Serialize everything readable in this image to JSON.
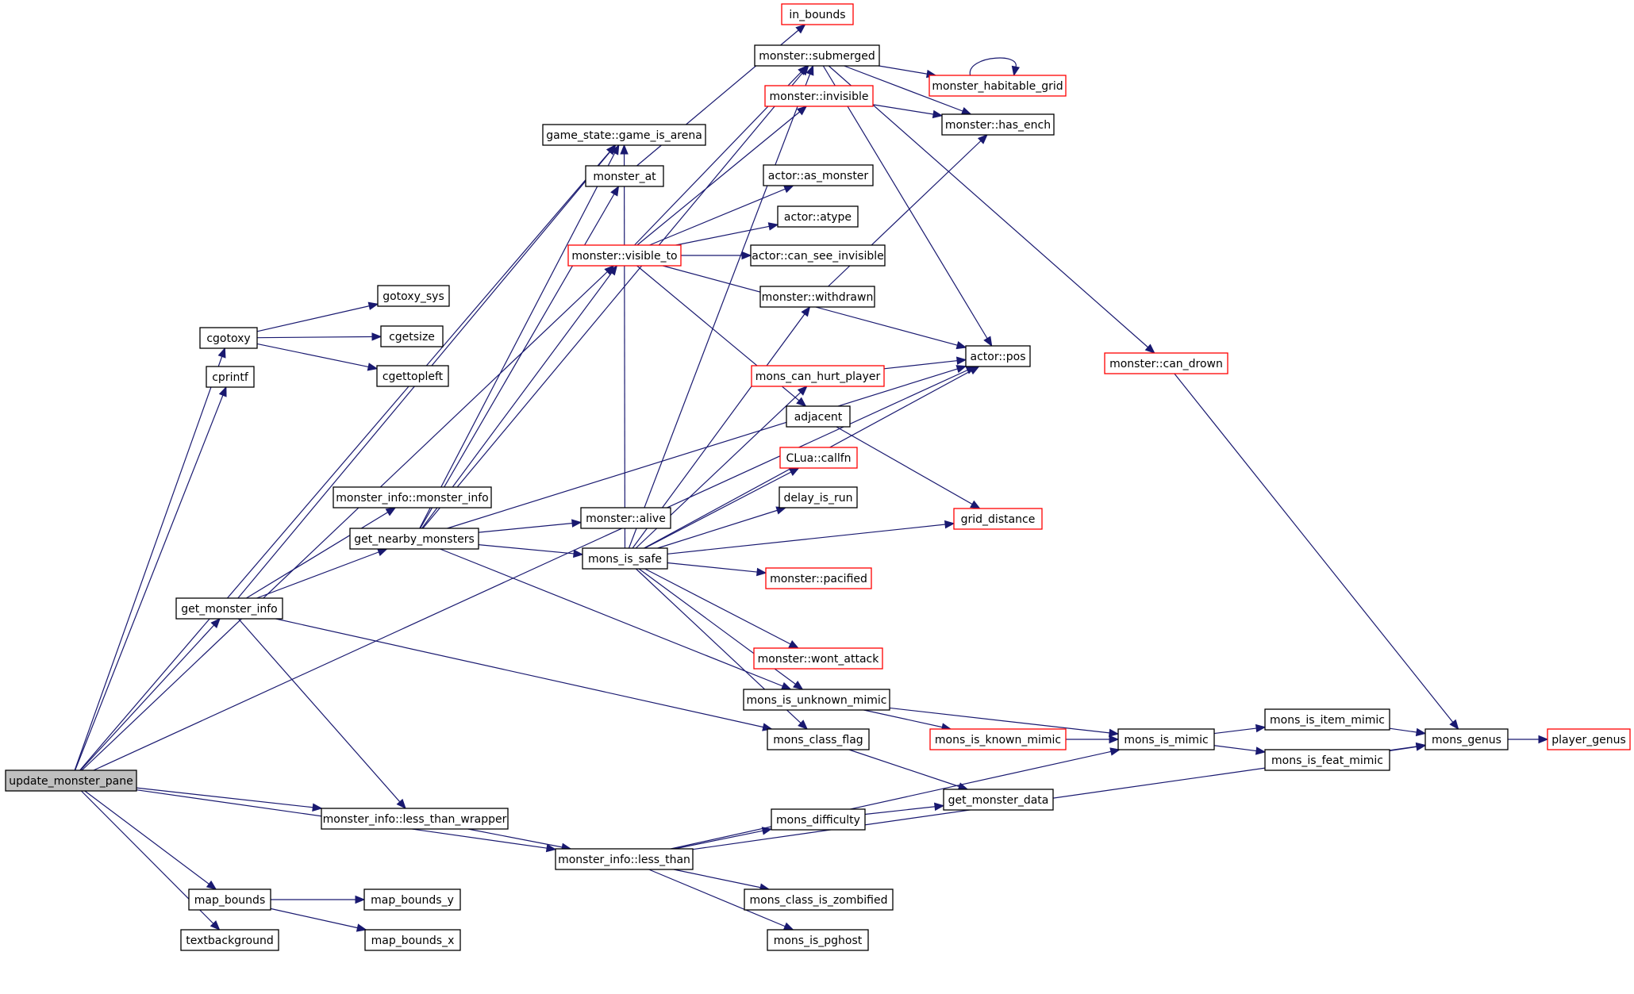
{
  "colors": {
    "edge": "#191970",
    "box": "#000000",
    "box_truncated": "#ff0000",
    "root_fill": "#bfbfbf",
    "node_fill": "#ffffff",
    "text": "#000000"
  },
  "nodes": [
    {
      "id": "update_monster_pane",
      "label": "update_monster_pane",
      "style": "root"
    },
    {
      "id": "cgotoxy",
      "label": "cgotoxy",
      "style": "normal"
    },
    {
      "id": "cprintf",
      "label": "cprintf",
      "style": "normal"
    },
    {
      "id": "get_monster_info",
      "label": "get_monster_info",
      "style": "normal"
    },
    {
      "id": "monster_info_less_than_wrapper",
      "label": "monster_info::less_than_wrapper",
      "style": "normal"
    },
    {
      "id": "monster_info_less_than",
      "label": "monster_info::less_than",
      "style": "normal"
    },
    {
      "id": "map_bounds",
      "label": "map_bounds",
      "style": "normal"
    },
    {
      "id": "textbackground",
      "label": "textbackground",
      "style": "normal"
    },
    {
      "id": "gotoxy_sys",
      "label": "gotoxy_sys",
      "style": "normal"
    },
    {
      "id": "cgetsize",
      "label": "cgetsize",
      "style": "normal"
    },
    {
      "id": "cgettopleft",
      "label": "cgettopleft",
      "style": "normal"
    },
    {
      "id": "monster_info_monster_info",
      "label": "monster_info::monster_info",
      "style": "normal"
    },
    {
      "id": "get_nearby_monsters",
      "label": "get_nearby_monsters",
      "style": "normal"
    },
    {
      "id": "map_bounds_y",
      "label": "map_bounds_y",
      "style": "normal"
    },
    {
      "id": "map_bounds_x",
      "label": "map_bounds_x",
      "style": "normal"
    },
    {
      "id": "game_state_game_is_arena",
      "label": "game_state::game_is_arena",
      "style": "normal"
    },
    {
      "id": "monster_at",
      "label": "monster_at",
      "style": "normal"
    },
    {
      "id": "monster_visible_to",
      "label": "monster::visible_to",
      "style": "truncated"
    },
    {
      "id": "monster_alive",
      "label": "monster::alive",
      "style": "normal"
    },
    {
      "id": "mons_is_safe",
      "label": "mons_is_safe",
      "style": "normal"
    },
    {
      "id": "in_bounds",
      "label": "in_bounds",
      "style": "truncated"
    },
    {
      "id": "monster_submerged",
      "label": "monster::submerged",
      "style": "normal"
    },
    {
      "id": "monster_invisible",
      "label": "monster::invisible",
      "style": "truncated"
    },
    {
      "id": "actor_as_monster",
      "label": "actor::as_monster",
      "style": "normal"
    },
    {
      "id": "actor_atype",
      "label": "actor::atype",
      "style": "normal"
    },
    {
      "id": "actor_can_see_invisible",
      "label": "actor::can_see_invisible",
      "style": "normal"
    },
    {
      "id": "monster_withdrawn",
      "label": "monster::withdrawn",
      "style": "normal"
    },
    {
      "id": "mons_can_hurt_player",
      "label": "mons_can_hurt_player",
      "style": "truncated"
    },
    {
      "id": "adjacent",
      "label": "adjacent",
      "style": "normal"
    },
    {
      "id": "clua_callfn",
      "label": "CLua::callfn",
      "style": "truncated"
    },
    {
      "id": "delay_is_run",
      "label": "delay_is_run",
      "style": "normal"
    },
    {
      "id": "monster_pacified",
      "label": "monster::pacified",
      "style": "truncated"
    },
    {
      "id": "monster_wont_attack",
      "label": "monster::wont_attack",
      "style": "truncated"
    },
    {
      "id": "mons_is_unknown_mimic",
      "label": "mons_is_unknown_mimic",
      "style": "normal"
    },
    {
      "id": "mons_class_flag",
      "label": "mons_class_flag",
      "style": "normal"
    },
    {
      "id": "mons_difficulty",
      "label": "mons_difficulty",
      "style": "normal"
    },
    {
      "id": "mons_class_is_zombified",
      "label": "mons_class_is_zombified",
      "style": "normal"
    },
    {
      "id": "mons_is_pghost",
      "label": "mons_is_pghost",
      "style": "normal"
    },
    {
      "id": "monster_habitable_grid",
      "label": "monster_habitable_grid",
      "style": "truncated"
    },
    {
      "id": "monster_has_ench",
      "label": "monster::has_ench",
      "style": "normal"
    },
    {
      "id": "actor_pos",
      "label": "actor::pos",
      "style": "normal"
    },
    {
      "id": "grid_distance",
      "label": "grid_distance",
      "style": "truncated"
    },
    {
      "id": "mons_is_known_mimic",
      "label": "mons_is_known_mimic",
      "style": "truncated"
    },
    {
      "id": "get_monster_data",
      "label": "get_monster_data",
      "style": "normal"
    },
    {
      "id": "monster_can_drown",
      "label": "monster::can_drown",
      "style": "truncated"
    },
    {
      "id": "mons_is_mimic",
      "label": "mons_is_mimic",
      "style": "normal"
    },
    {
      "id": "mons_is_item_mimic",
      "label": "mons_is_item_mimic",
      "style": "normal"
    },
    {
      "id": "mons_is_feat_mimic",
      "label": "mons_is_feat_mimic",
      "style": "normal"
    },
    {
      "id": "mons_genus",
      "label": "mons_genus",
      "style": "normal"
    },
    {
      "id": "player_genus",
      "label": "player_genus",
      "style": "truncated"
    }
  ],
  "edges": [
    [
      "update_monster_pane",
      "cgotoxy"
    ],
    [
      "update_monster_pane",
      "cprintf"
    ],
    [
      "update_monster_pane",
      "get_monster_info"
    ],
    [
      "update_monster_pane",
      "monster_info_less_than_wrapper"
    ],
    [
      "update_monster_pane",
      "monster_info_less_than"
    ],
    [
      "update_monster_pane",
      "map_bounds"
    ],
    [
      "update_monster_pane",
      "textbackground"
    ],
    [
      "update_monster_pane",
      "monster_visible_to"
    ],
    [
      "update_monster_pane",
      "game_state_game_is_arena"
    ],
    [
      "update_monster_pane",
      "actor_pos"
    ],
    [
      "cgotoxy",
      "gotoxy_sys"
    ],
    [
      "cgotoxy",
      "cgetsize"
    ],
    [
      "cgotoxy",
      "cgettopleft"
    ],
    [
      "get_monster_info",
      "monster_info_monster_info"
    ],
    [
      "get_monster_info",
      "get_nearby_monsters"
    ],
    [
      "get_monster_info",
      "monster_info_less_than_wrapper"
    ],
    [
      "get_monster_info",
      "mons_class_flag"
    ],
    [
      "get_monster_info",
      "game_state_game_is_arena"
    ],
    [
      "monster_info_less_than_wrapper",
      "monster_info_less_than"
    ],
    [
      "monster_info_less_than",
      "mons_difficulty"
    ],
    [
      "monster_info_less_than",
      "mons_class_is_zombified"
    ],
    [
      "monster_info_less_than",
      "mons_is_pghost"
    ],
    [
      "monster_info_less_than",
      "mons_is_mimic"
    ],
    [
      "monster_info_less_than",
      "mons_genus"
    ],
    [
      "map_bounds",
      "map_bounds_y"
    ],
    [
      "map_bounds",
      "map_bounds_x"
    ],
    [
      "get_nearby_monsters",
      "game_state_game_is_arena"
    ],
    [
      "get_nearby_monsters",
      "monster_at"
    ],
    [
      "get_nearby_monsters",
      "monster_visible_to"
    ],
    [
      "get_nearby_monsters",
      "monster_alive"
    ],
    [
      "get_nearby_monsters",
      "mons_is_safe"
    ],
    [
      "get_nearby_monsters",
      "actor_pos"
    ],
    [
      "get_nearby_monsters",
      "mons_is_unknown_mimic"
    ],
    [
      "get_nearby_monsters",
      "monster_submerged"
    ],
    [
      "monster_at",
      "in_bounds"
    ],
    [
      "monster_visible_to",
      "monster_submerged"
    ],
    [
      "monster_visible_to",
      "monster_invisible"
    ],
    [
      "monster_visible_to",
      "actor_as_monster"
    ],
    [
      "monster_visible_to",
      "actor_atype"
    ],
    [
      "monster_visible_to",
      "actor_can_see_invisible"
    ],
    [
      "monster_visible_to",
      "adjacent"
    ],
    [
      "monster_visible_to",
      "actor_pos"
    ],
    [
      "mons_is_safe",
      "monster_withdrawn"
    ],
    [
      "mons_is_safe",
      "mons_can_hurt_player"
    ],
    [
      "mons_is_safe",
      "clua_callfn"
    ],
    [
      "mons_is_safe",
      "delay_is_run"
    ],
    [
      "mons_is_safe",
      "monster_pacified"
    ],
    [
      "mons_is_safe",
      "monster_wont_attack"
    ],
    [
      "mons_is_safe",
      "mons_is_unknown_mimic"
    ],
    [
      "mons_is_safe",
      "mons_class_flag"
    ],
    [
      "mons_is_safe",
      "actor_pos"
    ],
    [
      "mons_is_safe",
      "grid_distance"
    ],
    [
      "mons_is_safe",
      "game_state_game_is_arena"
    ],
    [
      "mons_is_safe",
      "monster_submerged"
    ],
    [
      "monster_submerged",
      "monster_habitable_grid"
    ],
    [
      "monster_submerged",
      "monster_has_ench"
    ],
    [
      "monster_submerged",
      "actor_pos"
    ],
    [
      "monster_submerged",
      "monster_can_drown"
    ],
    [
      "monster_invisible",
      "monster_has_ench"
    ],
    [
      "monster_habitable_grid",
      "monster_habitable_grid"
    ],
    [
      "monster_withdrawn",
      "monster_has_ench"
    ],
    [
      "mons_can_hurt_player",
      "actor_pos"
    ],
    [
      "adjacent",
      "grid_distance"
    ],
    [
      "mons_is_unknown_mimic",
      "mons_is_known_mimic"
    ],
    [
      "mons_is_unknown_mimic",
      "mons_is_mimic"
    ],
    [
      "mons_is_known_mimic",
      "mons_is_mimic"
    ],
    [
      "mons_class_flag",
      "get_monster_data"
    ],
    [
      "mons_difficulty",
      "get_monster_data"
    ],
    [
      "mons_is_mimic",
      "mons_is_item_mimic"
    ],
    [
      "mons_is_mimic",
      "mons_is_feat_mimic"
    ],
    [
      "mons_is_item_mimic",
      "mons_genus"
    ],
    [
      "mons_is_feat_mimic",
      "mons_genus"
    ],
    [
      "monster_can_drown",
      "mons_genus"
    ],
    [
      "mons_genus",
      "player_genus"
    ]
  ]
}
